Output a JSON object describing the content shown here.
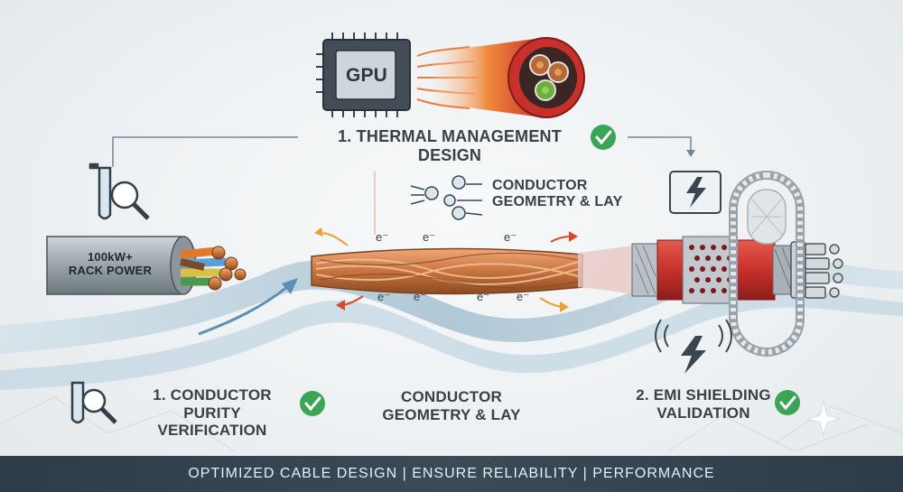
{
  "labels": {
    "thermal_management": "1. THERMAL MANAGEMENT DESIGN",
    "gpu": "GPU",
    "conductor_geometry_top_1": "CONDUCTOR",
    "conductor_geometry_top_2": "GEOMETRY & LAY",
    "rack_power_1": "100kW+",
    "rack_power_2": "RACK POWER",
    "purity_1": "1. CONDUCTOR PURITY",
    "purity_2": "VERIFICATION",
    "geometry_bottom_1": "CONDUCTOR",
    "geometry_bottom_2": "GEOMETRY & LAY",
    "emi_1": "2. EMI SHIELDING",
    "emi_2": "VALIDATION",
    "electron": "e⁻"
  },
  "footer": {
    "text": "OPTIMIZED CABLE DESIGN | ENSURE RELIABILITY | PERFORMANCE"
  },
  "colors": {
    "check_green": "#3aa655",
    "copper": "#c8743f",
    "red_jacket": "#c9302c",
    "flow_blue": "#b8cfdc",
    "footer": "#334450"
  },
  "icons": [
    "gpu-chip-icon",
    "test-tube-magnifier-icon",
    "lightning-icon",
    "electron-icon",
    "checkmark-icon"
  ]
}
